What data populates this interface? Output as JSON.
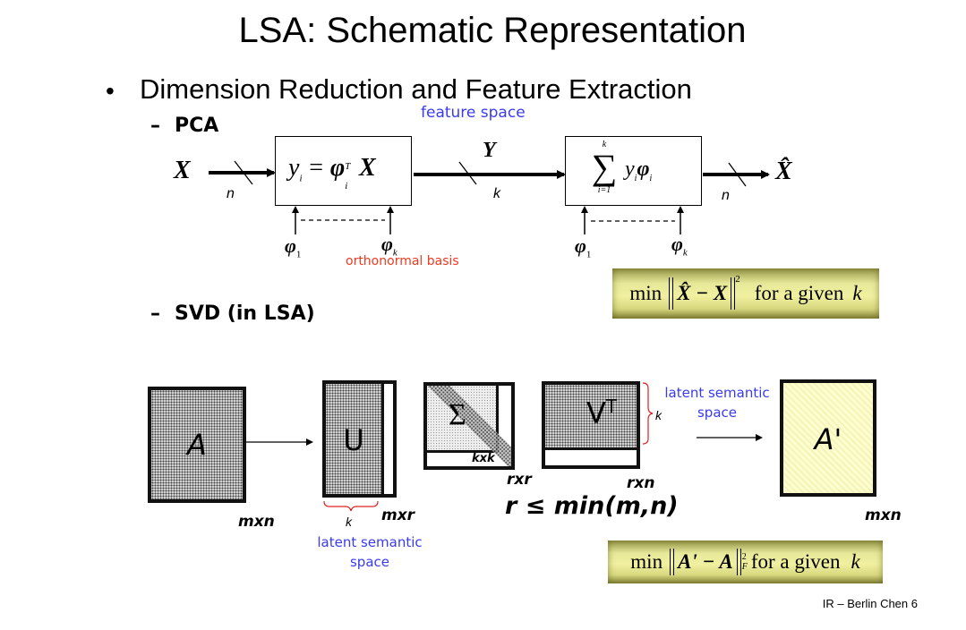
{
  "slide": {
    "title": "LSA: Schematic Representation",
    "bullet": "Dimension Reduction and Feature Extraction",
    "footer": "IR – Berlin Chen 6"
  },
  "pca": {
    "heading": "PCA",
    "feature_space_label": "feature space",
    "input_symbol": "X",
    "input_dim": "n",
    "encoder_formula": {
      "lhs": "y",
      "lhs_sub": "i",
      "eq": "=",
      "phi": "φ",
      "phi_sub": "i",
      "phi_sup": "T",
      "x": "X"
    },
    "mid_symbol": "Y",
    "mid_dim": "k",
    "decoder_formula": {
      "sum": "∑",
      "sum_top": "k",
      "sum_bottom": "i=1",
      "term_y": "y",
      "term_y_sub": "i",
      "term_phi": "φ",
      "term_phi_sub": "i"
    },
    "output_dim": "n",
    "output_symbol": "X̂",
    "basis_first": {
      "sym": "φ",
      "sub": "1"
    },
    "basis_last": {
      "sym": "φ",
      "sub": "k"
    },
    "orthonormal_label": "orthonormal basis",
    "objective": {
      "min": "min",
      "expr": "X̂ − X",
      "power": "2",
      "tail": "for a given",
      "k": "k"
    }
  },
  "svd": {
    "heading": "SVD (in LSA)",
    "matrix_a": {
      "letter": "A",
      "dims": "mxn"
    },
    "matrix_u": {
      "letter": "U",
      "dims": "mxr",
      "brace_label": "k"
    },
    "matrix_sigma": {
      "letter": "Σ",
      "inner_label": "kxk",
      "dims": "rxr"
    },
    "matrix_vt": {
      "letter": "V",
      "sup": "T",
      "dims": "rxn",
      "brace_label": "k"
    },
    "matrix_a_prime": {
      "letter": "A'",
      "dims": "mxn"
    },
    "latent_space_label_1": "latent semantic",
    "latent_space_label_2": "space",
    "rank_constraint": "r ≤ min(m,n)",
    "objective": {
      "min": "min",
      "expr": "A' − A",
      "power": "2",
      "sub": "F",
      "tail": "for a given",
      "k": "k"
    }
  }
}
